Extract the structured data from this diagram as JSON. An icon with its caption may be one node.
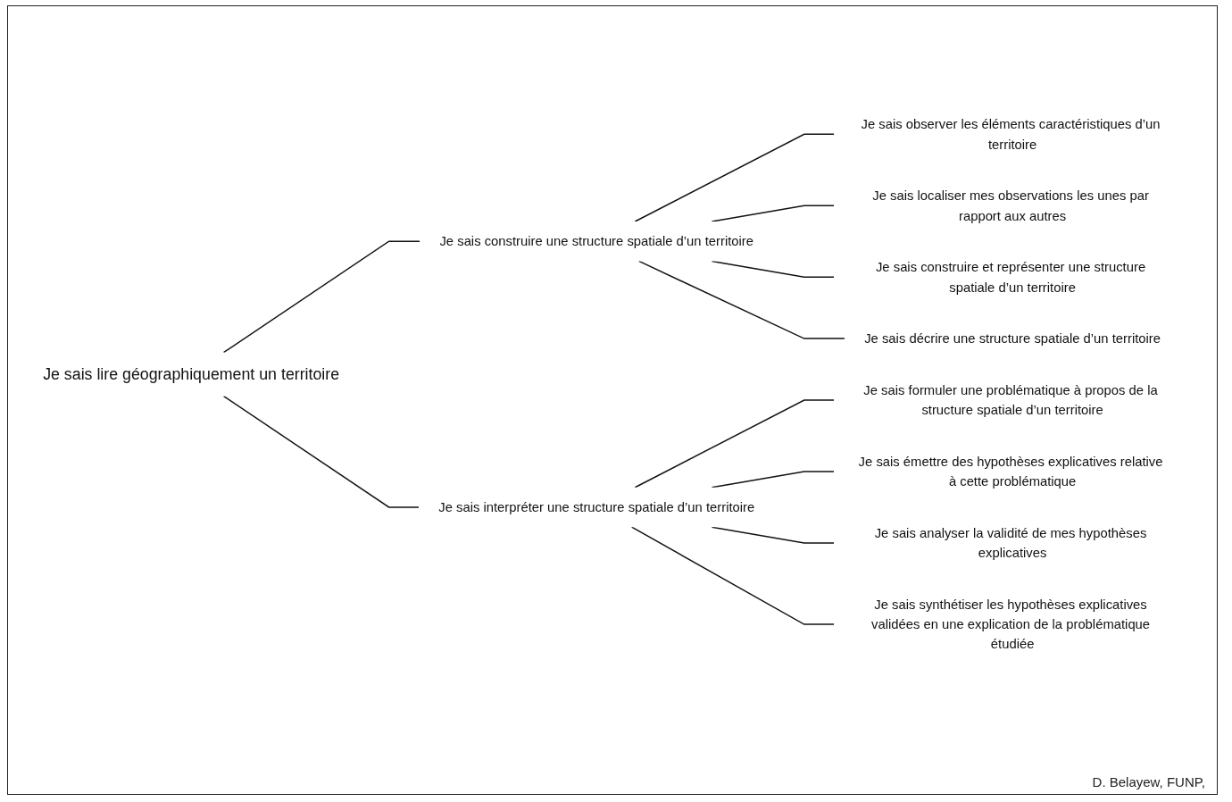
{
  "diagram": {
    "nodes": [
      {
        "text": [
          "Je sais lire géographiquement un territoire"
        ]
      },
      {
        "text": [
          "Je sais construire une structure spatiale d’un territoire"
        ]
      },
      {
        "text": [
          "Je sais interpréter une structure spatiale d’un territoire"
        ]
      },
      {
        "text": [
          "Je sais observer les éléments caractéristiques d’un territoire"
        ]
      },
      {
        "text": [
          "Je sais localiser mes observations les unes par rapport aux autres"
        ]
      },
      {
        "text": [
          "Je sais construire et représenter une structure spatiale d’un territoire"
        ]
      },
      {
        "text": [
          "Je sais décrire une structure spatiale d’un territoire"
        ]
      },
      {
        "text": [
          "Je sais formuler une problématique à propos de la structure spatiale d’un territoire"
        ]
      },
      {
        "text": [
          "Je sais émettre des hypothèses explicatives relative à cette problématique"
        ]
      },
      {
        "text": [
          "Je sais analyser la validité de mes hypothèses explicatives"
        ]
      },
      {
        "text": [
          "Je sais synthétiser les hypothèses explicatives validées en une explication de la problématique étudiée"
        ]
      }
    ],
    "edges": [
      {
        "from": 0,
        "to": 1,
        "arrow": "none"
      },
      {
        "from": 0,
        "to": 2,
        "arrow": "none"
      },
      {
        "from": 1,
        "to": 3,
        "arrow": "none"
      },
      {
        "from": 1,
        "to": 4,
        "arrow": "none"
      },
      {
        "from": 1,
        "to": 5,
        "arrow": "none"
      },
      {
        "from": 1,
        "to": 6,
        "arrow": "none"
      },
      {
        "from": 2,
        "to": 7,
        "arrow": "none"
      },
      {
        "from": 2,
        "to": 8,
        "arrow": "none"
      },
      {
        "from": 2,
        "to": 9,
        "arrow": "none"
      },
      {
        "from": 2,
        "to": 10,
        "arrow": "none"
      }
    ],
    "labels": [
      "D. Belayew, FUNP,"
    ]
  }
}
